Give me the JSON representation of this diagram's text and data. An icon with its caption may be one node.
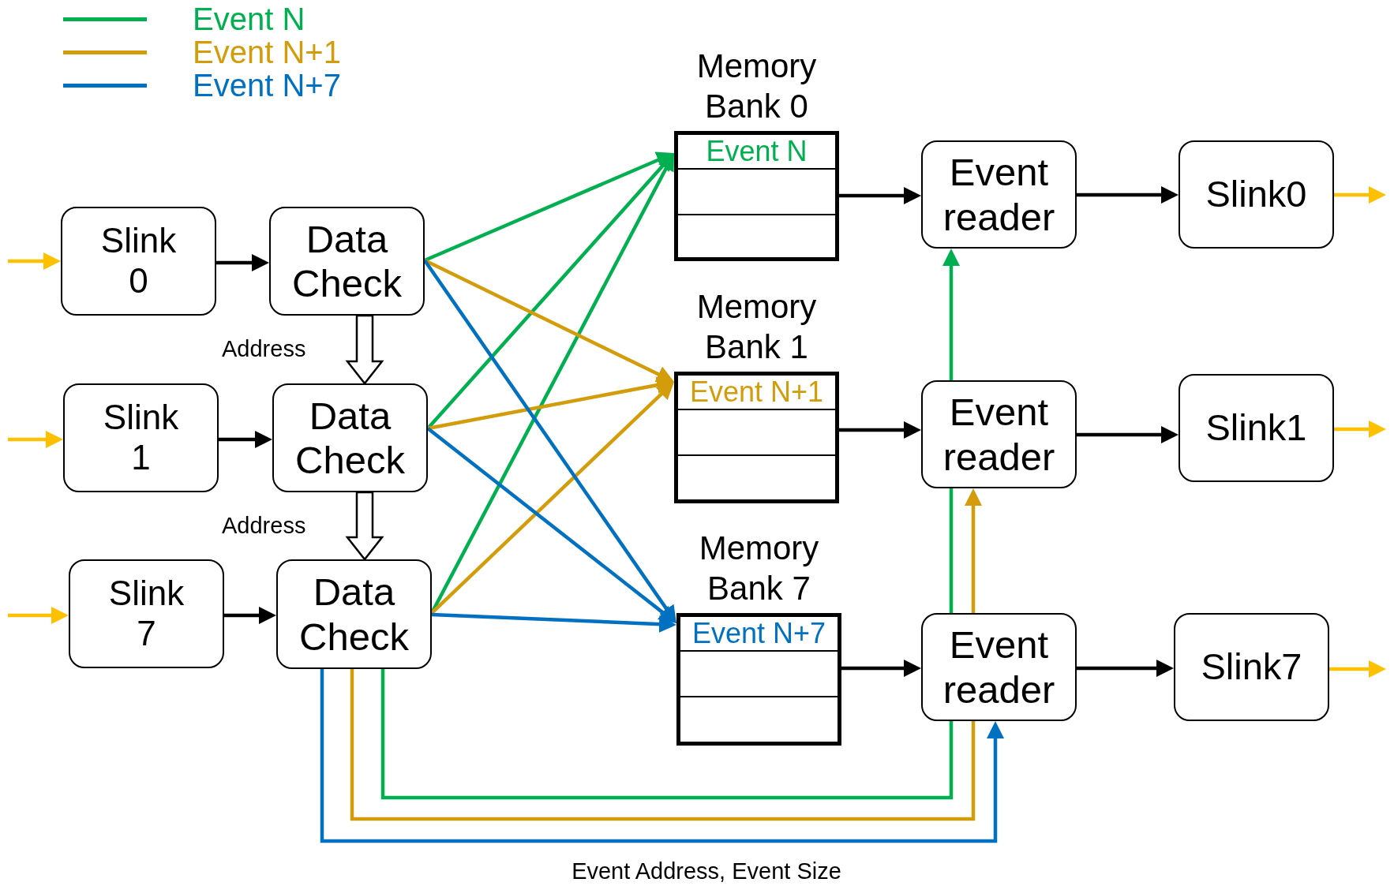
{
  "diagram": {
    "nodes": [
      {
        "text": [
          "Slink 0"
        ]
      },
      {
        "text": [
          "Data Check"
        ]
      },
      {
        "text": [
          "Slink 1"
        ]
      },
      {
        "text": [
          "Data Check"
        ]
      },
      {
        "text": [
          "Slink 7"
        ]
      },
      {
        "text": [
          "Data Check"
        ]
      },
      {
        "text": [
          "Memory Bank 0",
          "Event N"
        ]
      },
      {
        "text": [
          "Memory Bank 1",
          "Event N+1"
        ]
      },
      {
        "text": [
          "Memory Bank 7",
          "Event N+7"
        ]
      },
      {
        "text": [
          "Event reader"
        ]
      },
      {
        "text": [
          "Event reader"
        ]
      },
      {
        "text": [
          "Event reader"
        ]
      },
      {
        "text": [
          "Slink0"
        ]
      },
      {
        "text": [
          "Slink1"
        ]
      },
      {
        "text": [
          "Slink7"
        ]
      }
    ],
    "edges": [
      {
        "from": null,
        "to": 0,
        "arrow": "to",
        "color": "#ffc000"
      },
      {
        "from": null,
        "to": 2,
        "arrow": "to",
        "color": "#ffc000"
      },
      {
        "from": null,
        "to": 4,
        "arrow": "to",
        "color": "#ffc000"
      },
      {
        "from": 0,
        "to": 1,
        "arrow": "to",
        "color": "#000000"
      },
      {
        "from": 2,
        "to": 3,
        "arrow": "to",
        "color": "#000000"
      },
      {
        "from": 4,
        "to": 5,
        "arrow": "to",
        "color": "#000000"
      },
      {
        "from": 1,
        "to": 3,
        "arrow": "to",
        "label": "Address"
      },
      {
        "from": 3,
        "to": 5,
        "arrow": "to",
        "label": "Address"
      },
      {
        "from": 1,
        "to": 6,
        "arrow": "to",
        "color": "#00b050"
      },
      {
        "from": 3,
        "to": 6,
        "arrow": "to",
        "color": "#00b050"
      },
      {
        "from": 5,
        "to": 6,
        "arrow": "to",
        "color": "#00b050"
      },
      {
        "from": 1,
        "to": 7,
        "arrow": "to",
        "color": "#d39c0a"
      },
      {
        "from": 3,
        "to": 7,
        "arrow": "to",
        "color": "#d39c0a"
      },
      {
        "from": 5,
        "to": 7,
        "arrow": "to",
        "color": "#d39c0a"
      },
      {
        "from": 1,
        "to": 8,
        "arrow": "to",
        "color": "#0070c0"
      },
      {
        "from": 3,
        "to": 8,
        "arrow": "to",
        "color": "#0070c0"
      },
      {
        "from": 5,
        "to": 8,
        "arrow": "to",
        "color": "#0070c0"
      },
      {
        "from": 6,
        "to": 9,
        "arrow": "to",
        "color": "#000000"
      },
      {
        "from": 7,
        "to": 10,
        "arrow": "to",
        "color": "#000000"
      },
      {
        "from": 8,
        "to": 11,
        "arrow": "to",
        "color": "#000000"
      },
      {
        "from": 9,
        "to": 12,
        "arrow": "to",
        "color": "#000000"
      },
      {
        "from": 10,
        "to": 13,
        "arrow": "to",
        "color": "#000000"
      },
      {
        "from": 11,
        "to": 14,
        "arrow": "to",
        "color": "#000000"
      },
      {
        "from": 12,
        "to": null,
        "arrow": "to",
        "color": "#ffc000"
      },
      {
        "from": 13,
        "to": null,
        "arrow": "to",
        "color": "#ffc000"
      },
      {
        "from": 14,
        "to": null,
        "arrow": "to",
        "color": "#ffc000"
      },
      {
        "from": 5,
        "to": 11,
        "arrow": "none",
        "color": "#00b050"
      },
      {
        "from": 11,
        "to": 10,
        "arrow": "none",
        "color": "#00b050"
      },
      {
        "from": 10,
        "to": 9,
        "arrow": "to",
        "color": "#00b050"
      },
      {
        "from": 5,
        "to": 11,
        "arrow": "none",
        "color": "#d39c0a"
      },
      {
        "from": 11,
        "to": 10,
        "arrow": "to",
        "color": "#d39c0a"
      },
      {
        "from": 5,
        "to": 11,
        "arrow": "to",
        "color": "#0070c0"
      }
    ],
    "labels": [
      "Event Address, Event Size"
    ],
    "legend": [
      {
        "text": "Event N",
        "color": "#00b050"
      },
      {
        "text": "Event N+1",
        "color": "#d39c0a"
      },
      {
        "text": "Event N+7",
        "color": "#0070c0"
      }
    ]
  }
}
